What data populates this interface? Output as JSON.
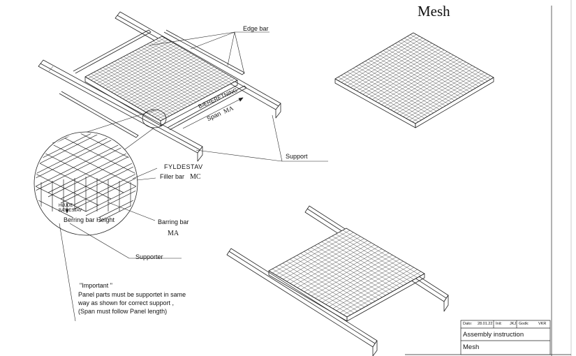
{
  "title": "Mesh",
  "labels": {
    "edge_bar": "Edge bar",
    "support": "Support",
    "fyldestav": "FYLDESTAV",
    "filler_bar": "Filler bar",
    "mc": "MC",
    "baereretning": "BÆRERETNING",
    "span": "Span",
    "ma": "MA",
    "hojde": "HØJDE",
    "baerestav": "BÆRESTAV",
    "berring_height": "Berring bar Height",
    "barring_bar": "Barring bar",
    "supporter": "Supporter"
  },
  "note": {
    "heading": "\"Important \"",
    "lines": [
      "Panel parts must be supportet in same",
      "way as shown for correct support ,",
      "(Span must follow Panel length)"
    ]
  },
  "title_block": {
    "date_label": "Dato:",
    "date": "28.01.22",
    "init_label": "Init:",
    "init": "JKJ",
    "godk_label": "Godk:",
    "godk": "VKR",
    "drawing_title": "Assembly instruction",
    "drawing_name": "Mesh"
  }
}
